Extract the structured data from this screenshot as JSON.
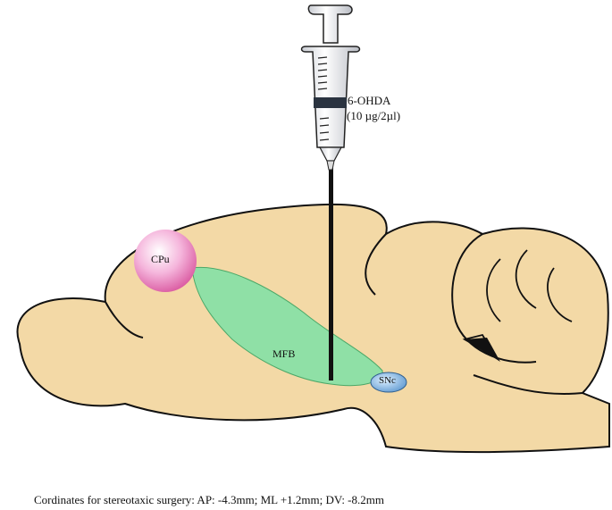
{
  "syringe": {
    "drug": "6-OHDA",
    "dose": "(10 µg/2µl)"
  },
  "regions": {
    "cpu": "CPu",
    "mfb": "MFB",
    "snc": "SNc"
  },
  "caption": "Cordinates for stereotaxic surgery: AP: -4.3mm; ML +1.2mm; DV: -8.2mm",
  "colors": {
    "brain": "#f3d9a6",
    "cpu": "#e88fc4",
    "mfb": "#8fe0a6",
    "snc": "#8fbde8"
  }
}
